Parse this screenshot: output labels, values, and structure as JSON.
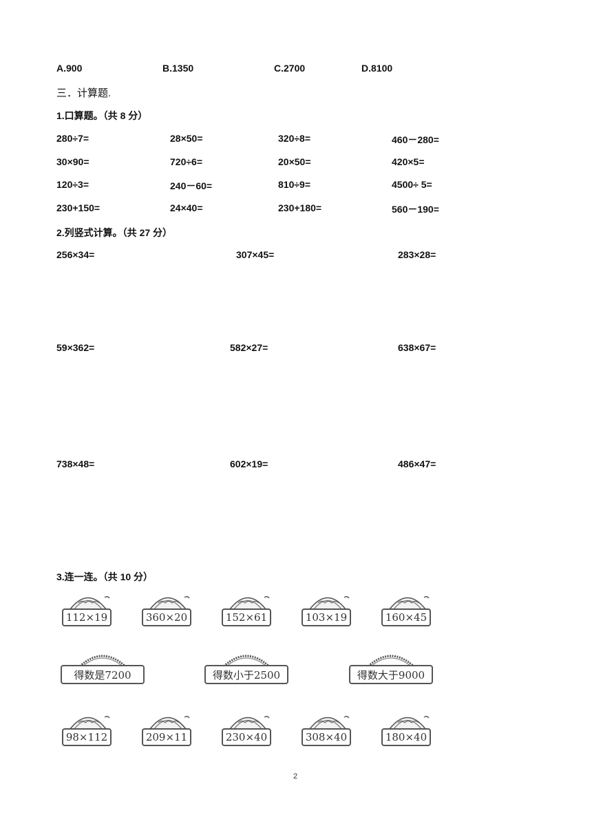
{
  "options": [
    "A.900",
    "B.1350",
    "C.2700",
    "D.8100"
  ],
  "section_title": "三．计算题.",
  "q1": {
    "title": "1.口算题。（共 8 分）",
    "rows": [
      [
        "280÷7=",
        "28×50=",
        "320÷8=",
        "460－280="
      ],
      [
        "30×90=",
        "720÷6=",
        "20×50=",
        "420×5="
      ],
      [
        "120÷3=",
        "240－60=",
        "810÷9=",
        "4500÷  5="
      ],
      [
        "230+150=",
        "24×40=",
        "230+180=",
        "560－190="
      ]
    ]
  },
  "q2": {
    "title": "2.列竖式计算。（共 27 分）",
    "rows": [
      [
        "256×34=",
        "307×45=",
        "283×28="
      ],
      [
        "59×362=",
        "582×27=",
        "638×67="
      ],
      [
        "738×48=",
        "602×19=",
        "486×47="
      ]
    ]
  },
  "q3": {
    "title": "3.连一连。（共 10 分）",
    "top": [
      "112×19",
      "360×20",
      "152×61",
      "103×19",
      "160×45"
    ],
    "results": [
      "得数是7200",
      "得数小于2500",
      "得数大于9000"
    ],
    "bottom": [
      "98×112",
      "209×11",
      "230×40",
      "308×40",
      "180×40"
    ]
  },
  "page_number": "2"
}
